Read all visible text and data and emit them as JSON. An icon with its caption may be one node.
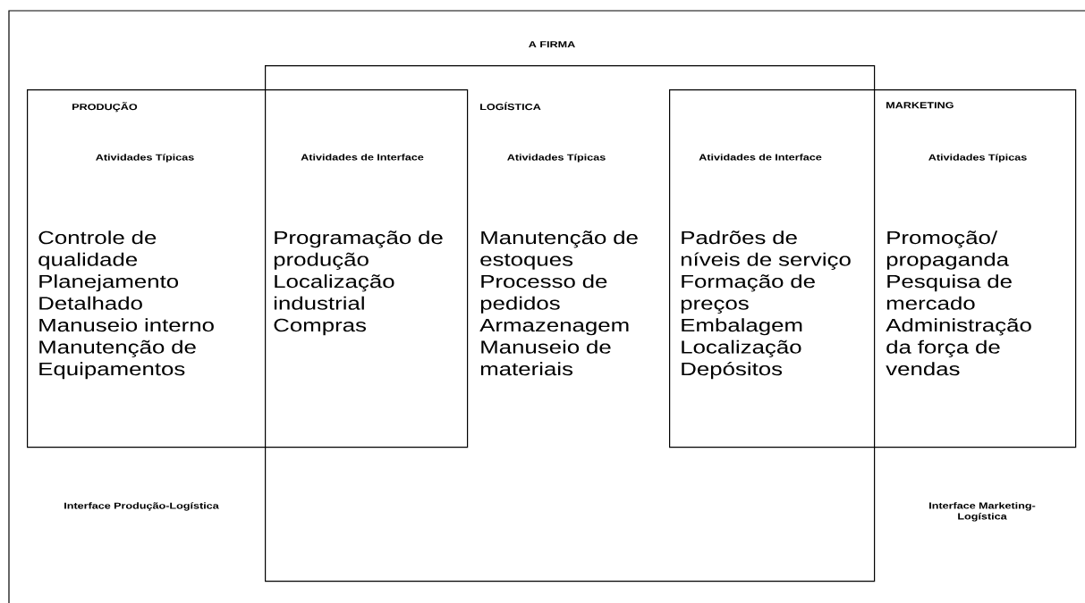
{
  "diagram": {
    "title": "A FIRMA",
    "nodes": [
      {
        "text": [
          "PRODUÇÃO",
          "Atividades Típicas",
          "Controle de qualidade",
          "Planejamento Detalhado",
          "Manuseio interno",
          "Manutenção de Equipamentos"
        ]
      },
      {
        "text": [
          "LOGÍSTICA",
          "Atividades Típicas",
          "Manutenção de estoques",
          "Processo de pedidos",
          "Armazenagem",
          "Manuseio de materiais"
        ]
      },
      {
        "text": [
          "MARKETING",
          "Atividades Típicas",
          "Promoção/ propaganda",
          "Pesquisa de mercado",
          "Administração da força de vendas"
        ]
      }
    ],
    "labels": [
      "Atividades de Interface",
      "Programação de produção",
      "Localização industrial",
      "Compras",
      "Atividades de Interface",
      "Padrões de níveis de serviço",
      "Formação de preços",
      "Embalagem",
      "Localização",
      "Depósitos",
      "Interface Produção-Logística",
      "Interface Marketing-Logística"
    ]
  }
}
